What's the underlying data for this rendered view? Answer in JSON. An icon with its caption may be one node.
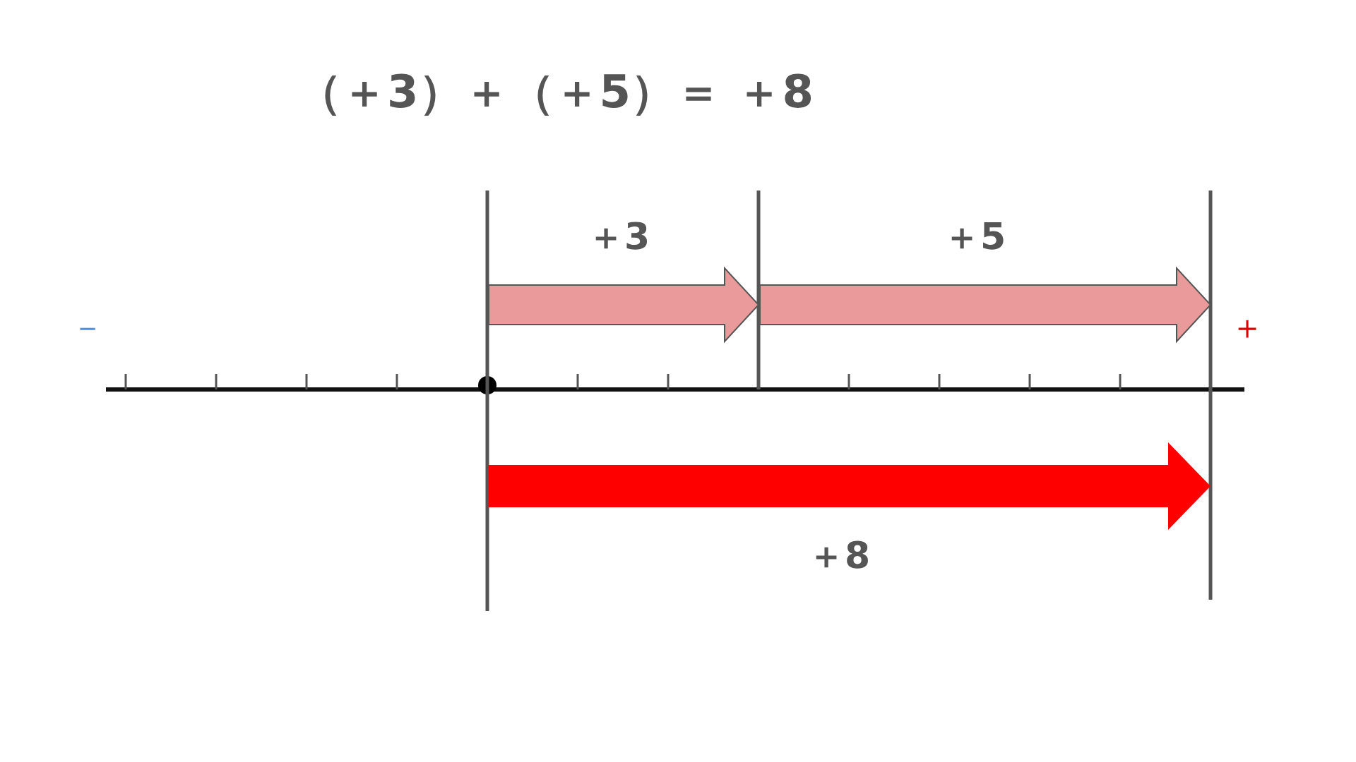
{
  "diagram": {
    "title": "（＋3）＋（＋5）＝ ＋8",
    "labels": [
      "＋3",
      "＋5",
      "－",
      "＋",
      "＋8"
    ]
  }
}
